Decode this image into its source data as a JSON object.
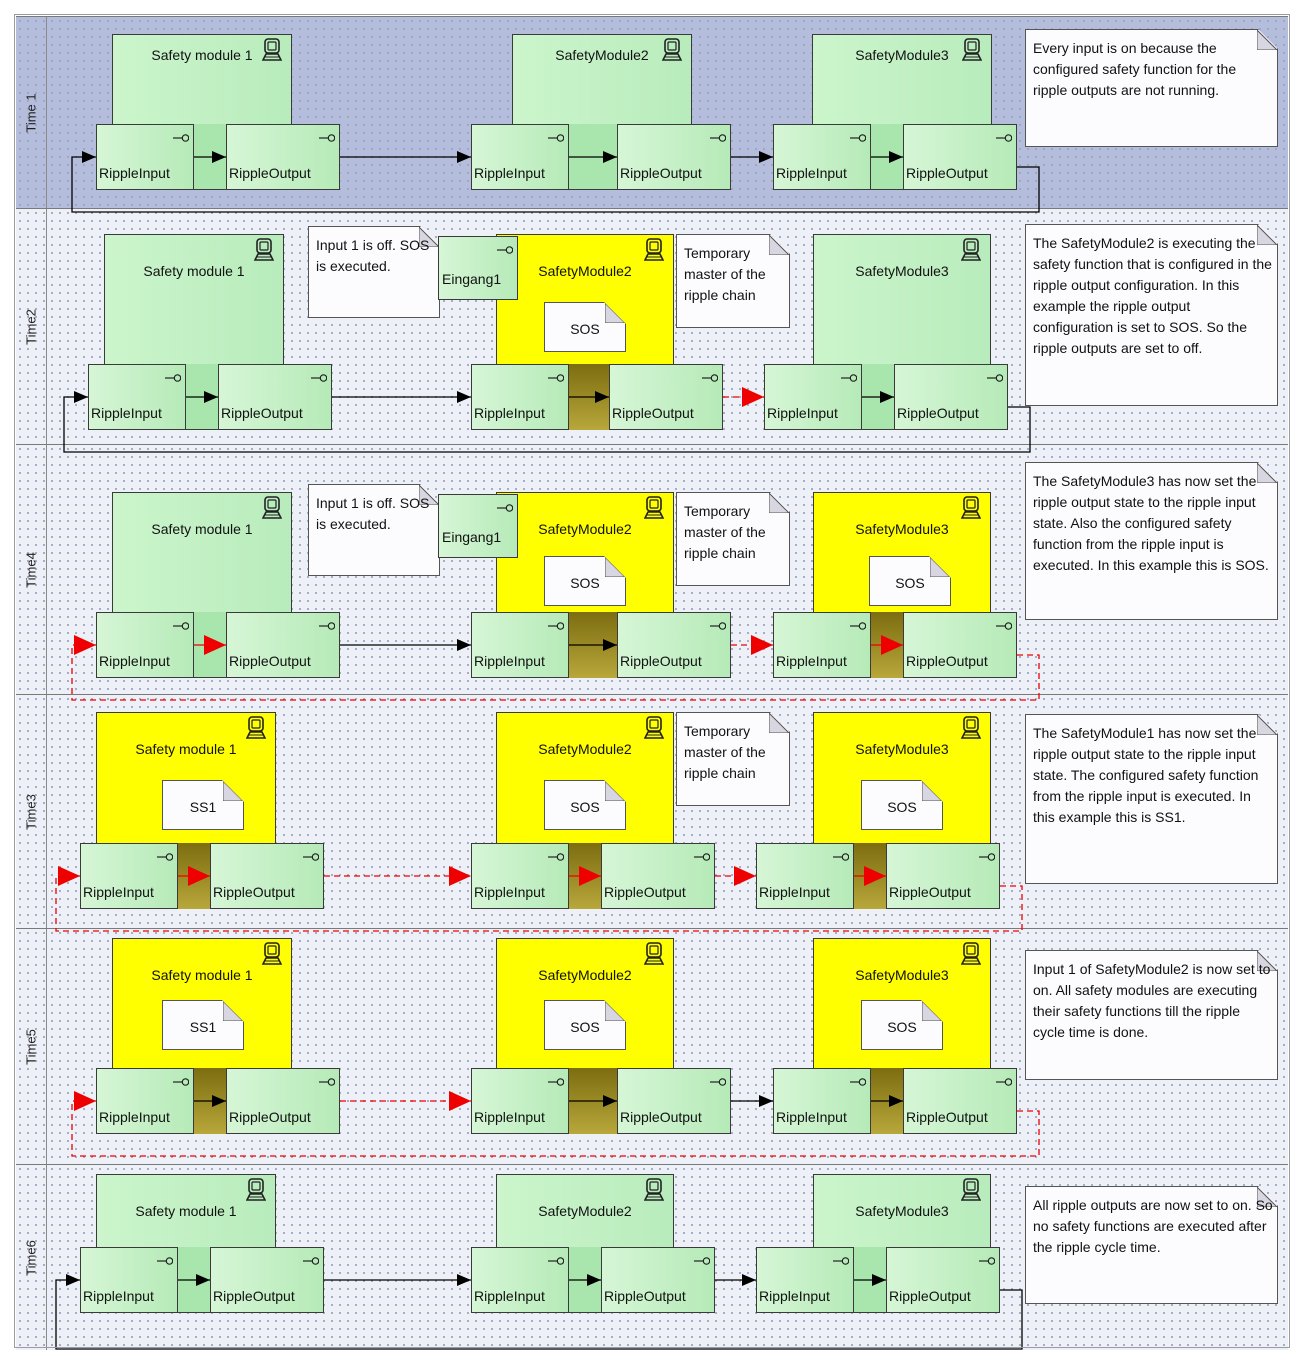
{
  "lanes": [
    {
      "title": "Time 1",
      "modules": [
        {
          "name": "Safety module 1",
          "active": false,
          "sf": ""
        },
        {
          "name": "SafetyModule2",
          "active": false,
          "sf": ""
        },
        {
          "name": "SafetyModule3",
          "active": false,
          "sf": ""
        }
      ],
      "note": "Every input is on because the configured safety function for the ripple outputs are not running."
    },
    {
      "title": "Time2",
      "modules": [
        {
          "name": "Safety module 1",
          "active": false,
          "sf": ""
        },
        {
          "name": "SafetyModule2",
          "active": true,
          "sf": "SOS"
        },
        {
          "name": "SafetyModule3",
          "active": false,
          "sf": ""
        }
      ],
      "input_note": "Input 1 is off. SOS is executed.",
      "input_port": "Eingang1",
      "master_note": "Temporary master of the ripple chain",
      "note": "The SafetyModule2 is executing the safety function that is configured in the ripple output configuration. In this example the ripple output configuration is set to SOS. So the ripple outputs are set to off."
    },
    {
      "title": "Time4",
      "modules": [
        {
          "name": "Safety module 1",
          "active": false,
          "sf": ""
        },
        {
          "name": "SafetyModule2",
          "active": true,
          "sf": "SOS"
        },
        {
          "name": "SafetyModule3",
          "active": true,
          "sf": "SOS"
        }
      ],
      "input_note": "Input 1 is off. SOS is executed.",
      "input_port": "Eingang1",
      "master_note": "Temporary master of the ripple chain",
      "note": "The SafetyModule3 has now set the ripple output state to the ripple input state. Also the configured safety function from the ripple input is executed. In this example this is SOS."
    },
    {
      "title": "Time3",
      "modules": [
        {
          "name": "Safety module 1",
          "active": true,
          "sf": "SS1"
        },
        {
          "name": "SafetyModule2",
          "active": true,
          "sf": "SOS"
        },
        {
          "name": "SafetyModule3",
          "active": true,
          "sf": "SOS"
        }
      ],
      "master_note": "Temporary master of the ripple chain",
      "note": "The SafetyModule1 has now set the ripple output state to the ripple input state. The configured safety function from the ripple input is executed. In this example this is SS1."
    },
    {
      "title": "Time5",
      "modules": [
        {
          "name": "Safety module 1",
          "active": true,
          "sf": "SS1"
        },
        {
          "name": "SafetyModule2",
          "active": true,
          "sf": "SOS"
        },
        {
          "name": "SafetyModule3",
          "active": true,
          "sf": "SOS"
        }
      ],
      "note": "Input 1 of SafetyModule2 is now set to on. All safety modules are executing their safety functions till the ripple cycle time is done."
    },
    {
      "title": "Time6",
      "modules": [
        {
          "name": "Safety module 1",
          "active": false,
          "sf": ""
        },
        {
          "name": "SafetyModule2",
          "active": false,
          "sf": ""
        },
        {
          "name": "SafetyModule3",
          "active": false,
          "sf": ""
        }
      ],
      "note": "All ripple outputs are now set to on. So no safety functions are executed after the ripple cycle time."
    }
  ],
  "port_labels": {
    "input": "RippleInput",
    "output": "RippleOutput"
  },
  "colors": {
    "module_idle": "#ccf5cc",
    "module_active": "#ffff00",
    "signal_off": "#ee0000",
    "signal_on": "#000000"
  }
}
